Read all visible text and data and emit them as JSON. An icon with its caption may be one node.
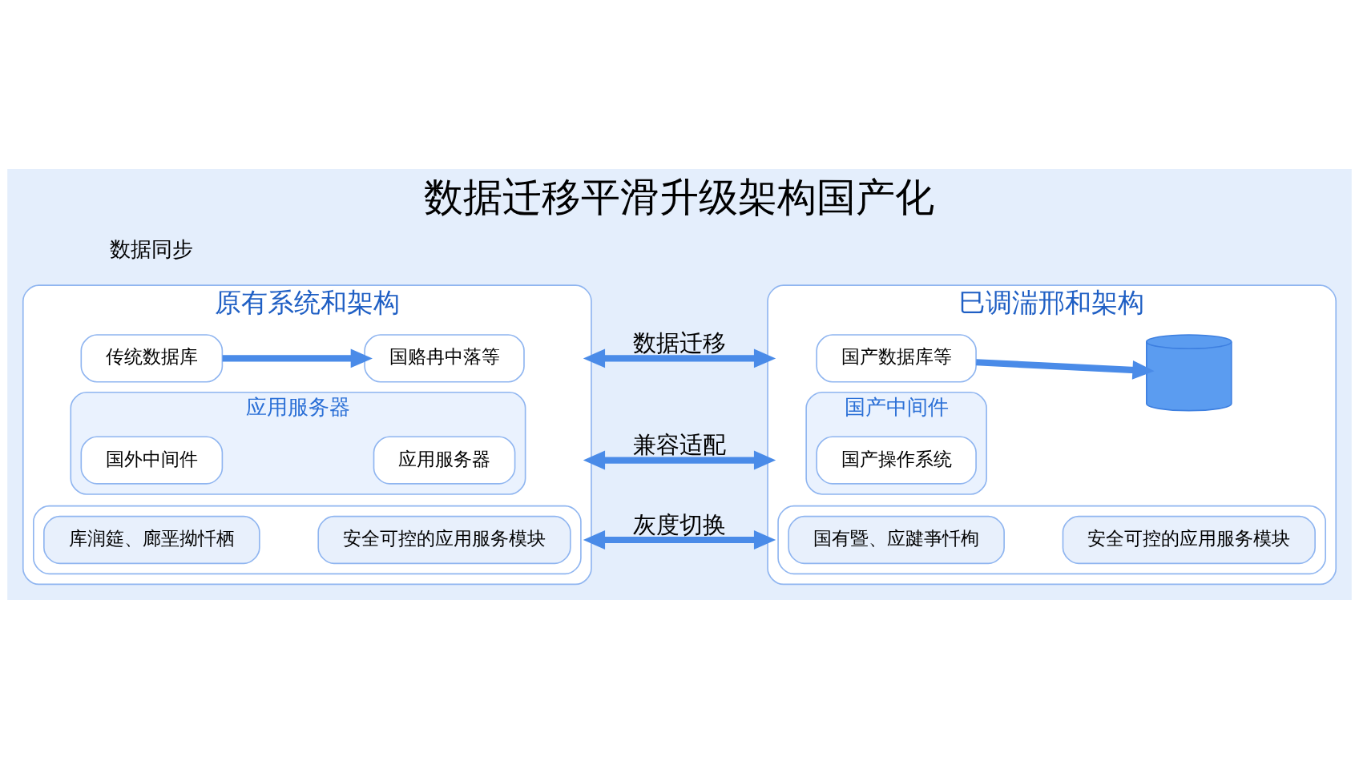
{
  "diagram": {
    "title": "数据迁移平滑升级架构国产化",
    "nodes": [
      {
        "text": [
          "原有系统和架构"
        ]
      },
      {
        "text": [
          "传统数据库"
        ],
        "in": 0
      },
      {
        "text": [
          "国赂冉中落等"
        ],
        "in": 0
      },
      {
        "text": [
          "应用服务器"
        ],
        "in": 0
      },
      {
        "text": [
          "国外中间件"
        ],
        "in": 3
      },
      {
        "text": [
          "应用服务器"
        ],
        "in": 3
      },
      {
        "text": [],
        "shape": "box",
        "in": 0
      },
      {
        "text": [
          "库润筵、廊垩拗忏栖"
        ],
        "in": 6
      },
      {
        "text": [
          "安全可控的应用服务模块"
        ],
        "in": 6
      },
      {
        "text": [
          "巳调湍邢和架构"
        ]
      },
      {
        "text": [
          "国产数据库等"
        ],
        "in": 9
      },
      {
        "text": [],
        "shape": "cylinder",
        "in": 9
      },
      {
        "text": [
          "国产中间件"
        ],
        "in": 9
      },
      {
        "text": [
          "国产操作系统"
        ],
        "in": 12
      },
      {
        "text": [],
        "shape": "box",
        "in": 9
      },
      {
        "text": [
          "国有暨、应踺亊忏栒"
        ],
        "in": 14
      },
      {
        "text": [
          "安全可控的应用服务模块"
        ],
        "in": 14
      }
    ],
    "edges": [
      {
        "from": 1,
        "to": 2,
        "arrow": "to"
      },
      {
        "from": 10,
        "to": 11,
        "arrow": "to"
      },
      {
        "from": 0,
        "to": 9,
        "arrow": "both",
        "label": "数据迁移"
      },
      {
        "from": 0,
        "to": 9,
        "arrow": "both",
        "label": "兼容适配"
      },
      {
        "from": 0,
        "to": 9,
        "arrow": "both",
        "label": "灰度切换"
      }
    ],
    "labels": [
      "数据同步"
    ]
  }
}
